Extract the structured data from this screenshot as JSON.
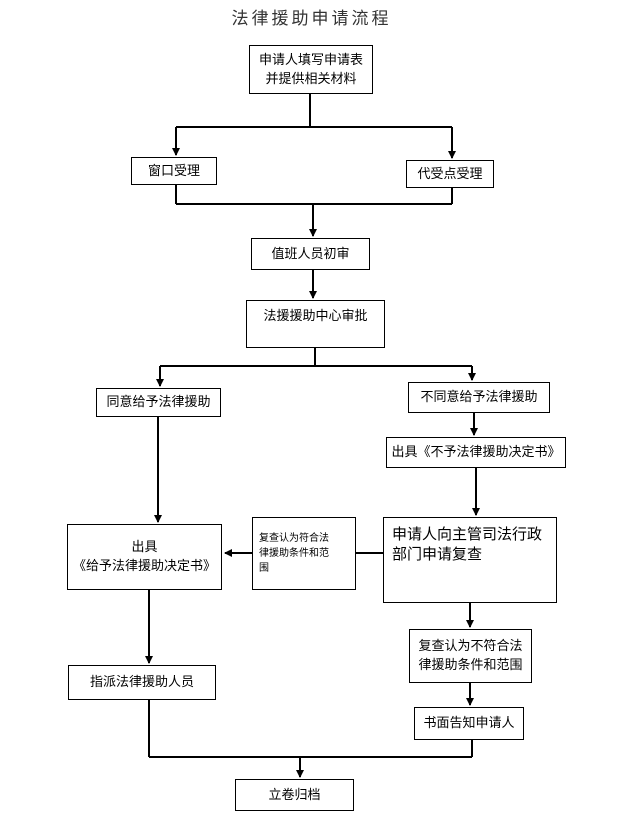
{
  "title": "法律援助申请流程",
  "nodes": {
    "apply": "申请人填写申请表\n并提供相关材料",
    "window": "窗口受理",
    "agent": "代受点受理",
    "duty_review": "值班人员初审",
    "center_approve": "法援援助中心审批",
    "agree": "同意给予法律援助",
    "disagree": "不同意给予法律援助",
    "issue_no": "出具《不予法律援助决定书》",
    "issue_yes": "出具\n《给予法律援助决定书》",
    "review_meet": "复查认为符合法\n律援助条件和范\n围",
    "apply_review": "申请人向主管司法行政\n部门申请复查",
    "review_not_meet": "复查认为不符合法\n律援助条件和范围",
    "assign": "指派法律援助人员",
    "notify": "书面告知申请人",
    "archive": "立卷归档"
  }
}
